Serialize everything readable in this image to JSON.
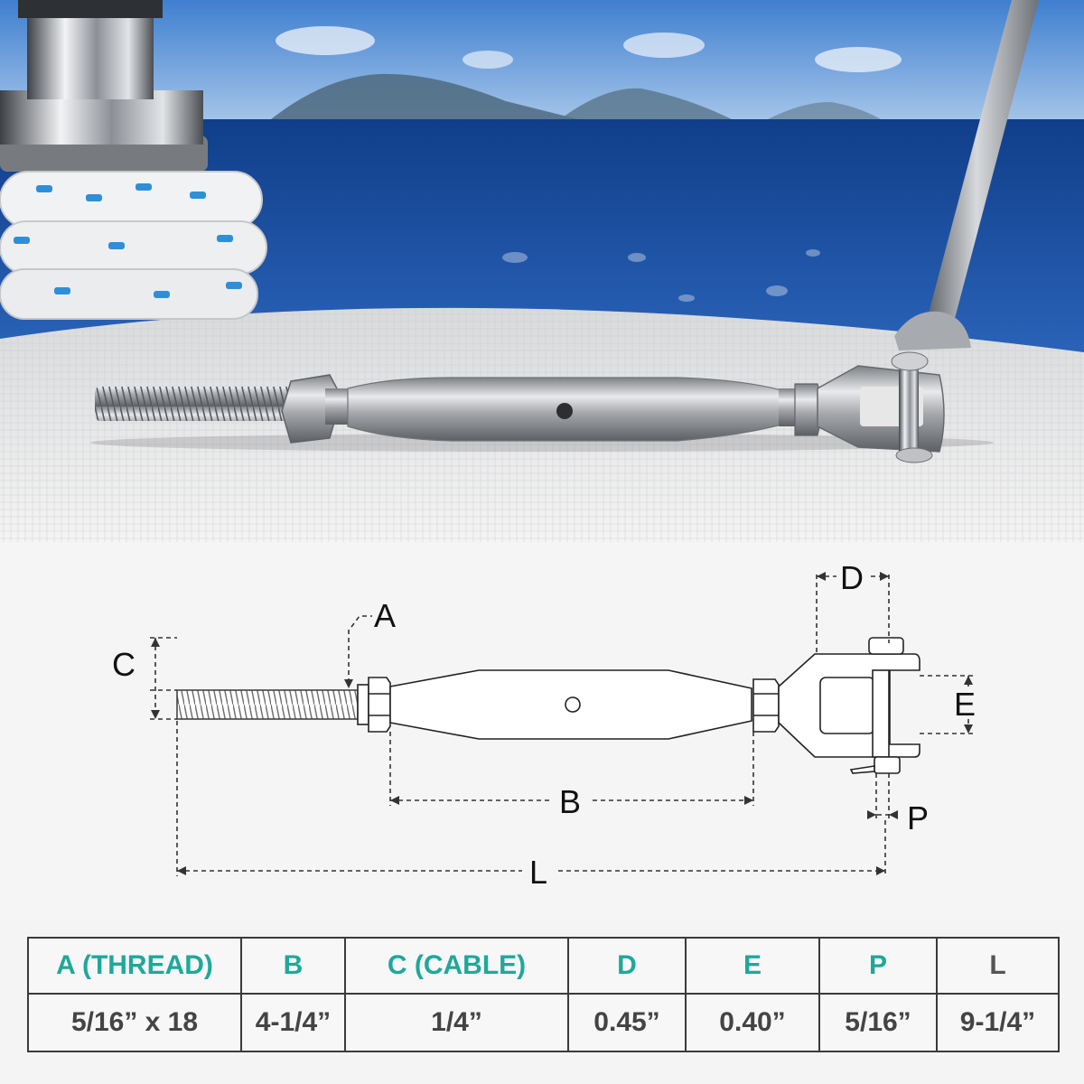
{
  "diagram_labels": {
    "a": "A",
    "b": "B",
    "c": "C",
    "d": "D",
    "e": "E",
    "p": "P",
    "l": "L"
  },
  "spec_table": {
    "headers": [
      "A (THREAD)",
      "B",
      "C (CABLE)",
      "D",
      "E",
      "P",
      "L"
    ],
    "values": [
      "5/16” x 18",
      "4-1/4”",
      "1/4”",
      "0.45”",
      "0.40”",
      "5/16”",
      "9-1/4”"
    ]
  },
  "colors": {
    "header_accent": "#1fa89a",
    "header_dark": "#555555",
    "value_text": "#444444",
    "sea": "#1c4f9e",
    "sky": "#6fa3dc"
  }
}
